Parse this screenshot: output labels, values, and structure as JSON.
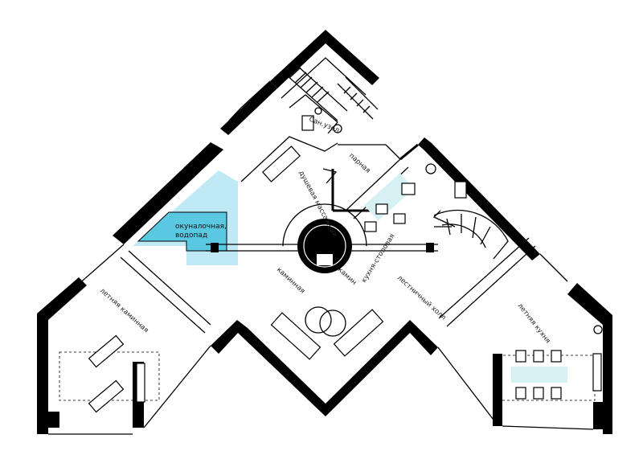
{
  "rooms": {
    "plunge": "окуналочная, водопад",
    "plunge_line1": "окуналочная,",
    "plunge_line2": "водопад",
    "wc": "Сан.узел",
    "steam": "парная",
    "shower": "душевая массажная",
    "fireplace_room": "каминная",
    "fireplace": "камин",
    "kitchen_dining": "кухня-столовая",
    "stair_hall": "лестничный холл",
    "summer_fireplace": "летняя каминная",
    "summer_kitchen": "летняя кухня"
  },
  "colors": {
    "wall": "#000000",
    "water_dark": "#5bc8e2",
    "water_light": "#bfe9f4",
    "table_tint": "#d6f1f3"
  }
}
